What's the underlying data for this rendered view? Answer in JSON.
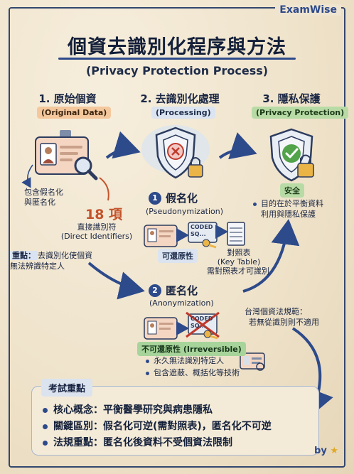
{
  "brand": "ExamWise",
  "title": "個資去識別化程序與方法",
  "subtitle": "(Privacy Protection Process)",
  "stages": [
    {
      "title": "1. 原始個資",
      "tag": "(Original Data)"
    },
    {
      "title": "2. 去識別化處理",
      "tag": "(Processing)"
    },
    {
      "title": "3. 隱私保護",
      "tag": "(Privacy Protection)"
    }
  ],
  "original": {
    "note": "包含假名化\n與匿名化",
    "count": "18 項",
    "direct_zh": "直接識別符",
    "direct_en": "(Direct Identifiers)"
  },
  "keynote": {
    "tag": "重點：",
    "text1": "去識別化使個資",
    "text2": "無法辨識特定人"
  },
  "pseudo": {
    "num": "1",
    "title": "假名化",
    "en": "(Pseudonymization)",
    "coded": "CODED",
    "coded2": "SQ...",
    "reversible": "可還原性",
    "table_zh": "對照表",
    "table_en": "(Key Table)",
    "table_note": "需對照表才可識別"
  },
  "anon": {
    "num": "2",
    "title": "匿名化",
    "en": "(Anonymization)",
    "coded": "CODED",
    "coded2": "SQ...",
    "irreversible": "不可還原性 (Irreversible)",
    "bullets": [
      "永久無法識別特定人",
      "包含遮蔽、概括化等技術"
    ]
  },
  "privacy": {
    "safe": "安全",
    "purpose1": "目的在於平衡資料",
    "purpose2": "利用與隱私保護"
  },
  "taiwan": {
    "line1": "台灣個資法規範：",
    "line2": "若無從識別則不適用"
  },
  "exam": {
    "title": "考試重點",
    "rows": [
      "核心概念：平衡醫學研究與病患隱私",
      "關鍵區別：假名化可逆(需對照表)，匿名化不可逆",
      "法規重點：匿名化後資料不受個資法限制"
    ]
  },
  "byline": "by",
  "colors": {
    "accent": "#2d4a8a",
    "orange": "#c4532a",
    "green": "#3f8a3a",
    "bg": "#efe4cf"
  }
}
